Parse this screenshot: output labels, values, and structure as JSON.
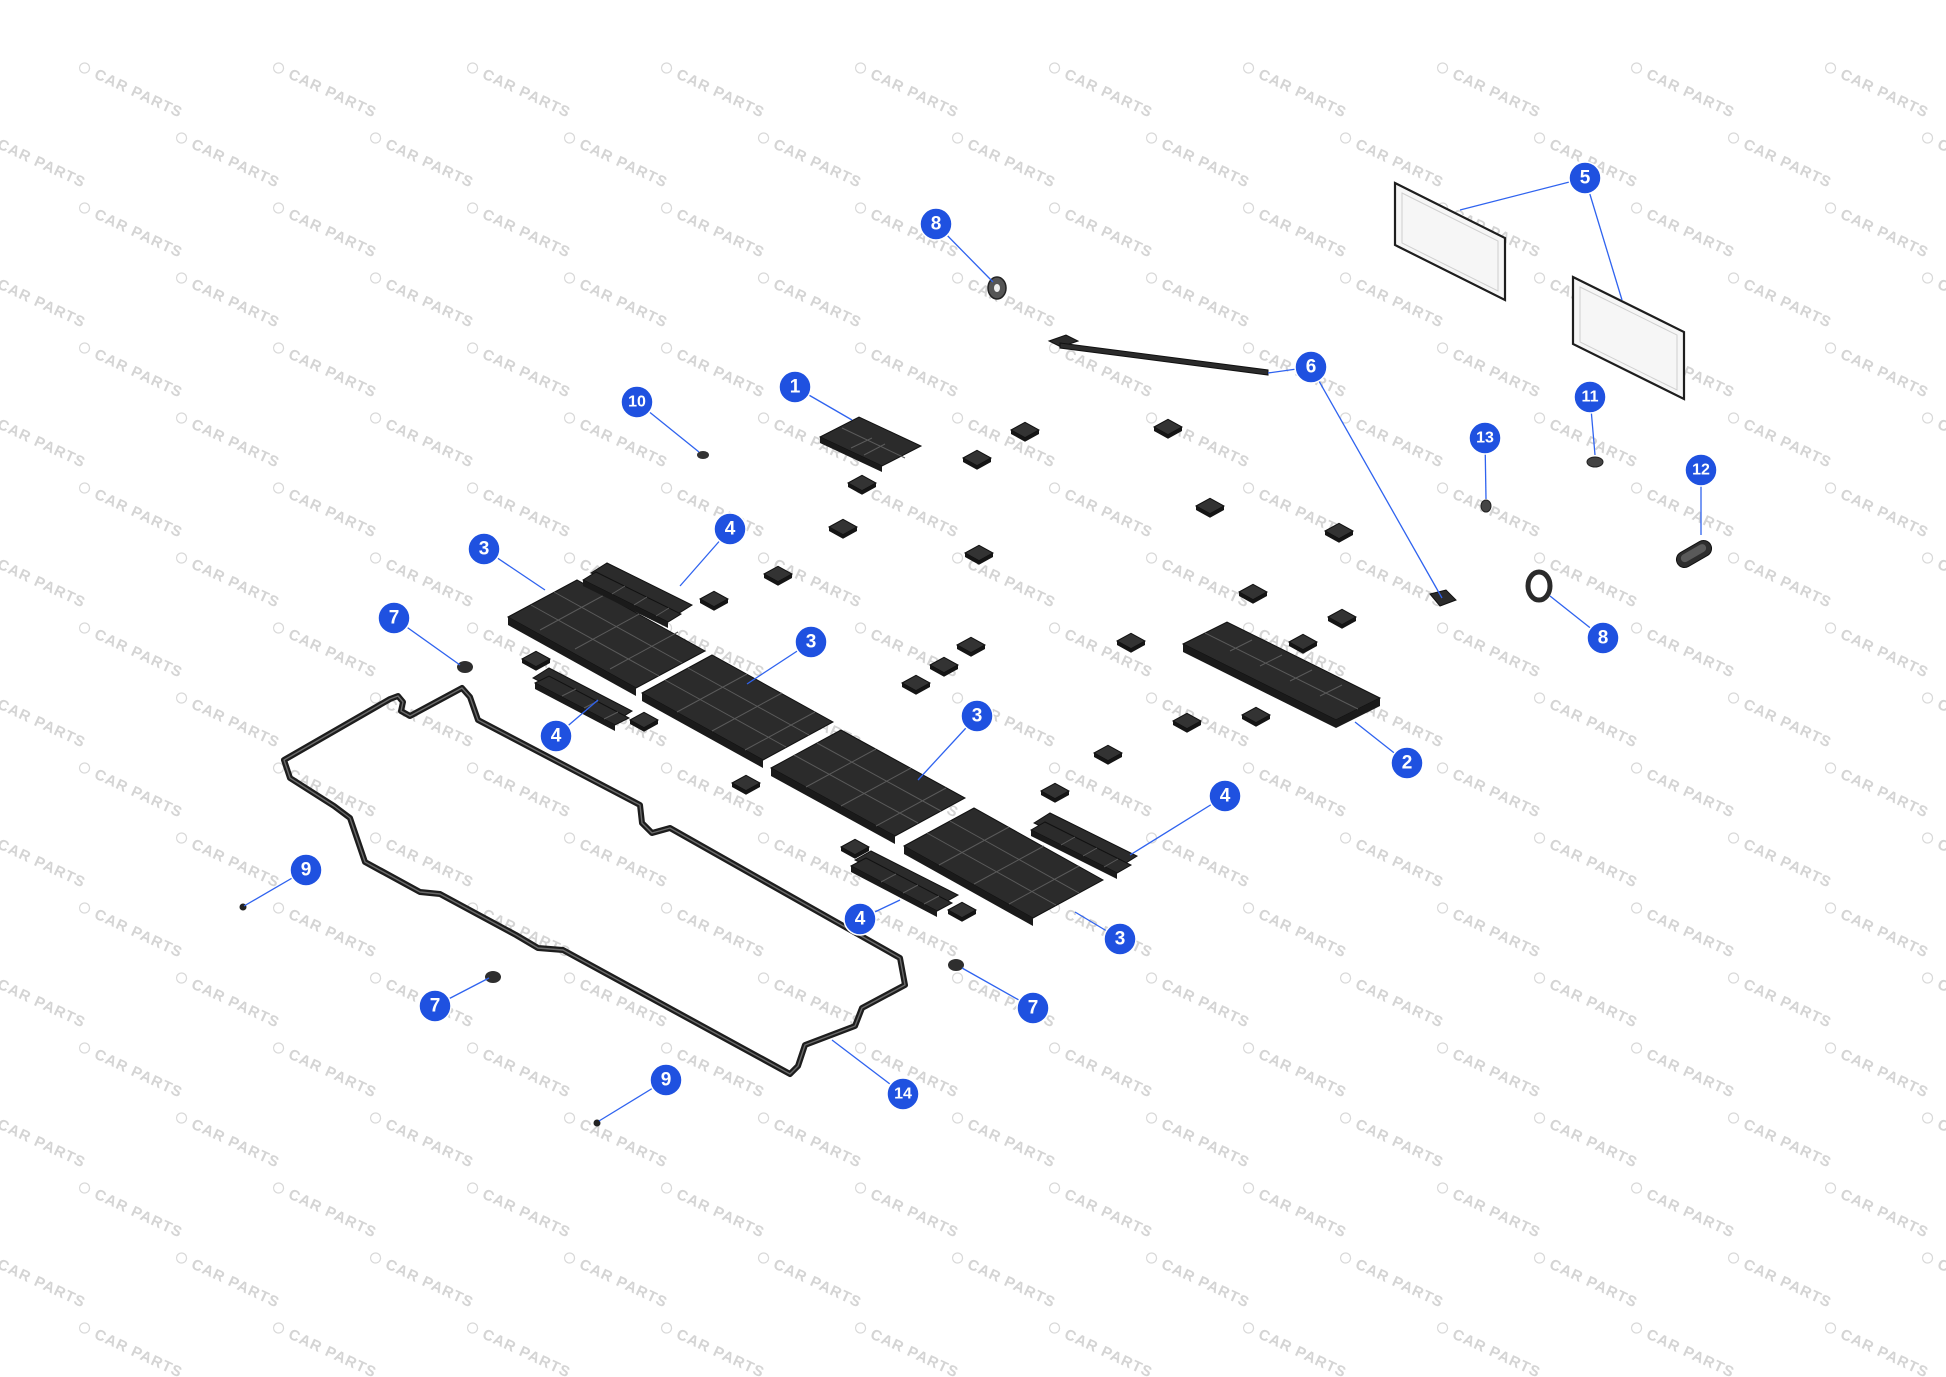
{
  "watermark": {
    "text": "CAR PARTS",
    "logo_icon": "car-parts-logo-icon"
  },
  "callouts": [
    {
      "id": "c1",
      "label": "1"
    },
    {
      "id": "c2",
      "label": "2"
    },
    {
      "id": "c3a",
      "label": "3"
    },
    {
      "id": "c3b",
      "label": "3"
    },
    {
      "id": "c3c",
      "label": "3"
    },
    {
      "id": "c3d",
      "label": "3"
    },
    {
      "id": "c4a",
      "label": "4"
    },
    {
      "id": "c4b",
      "label": "4"
    },
    {
      "id": "c4c",
      "label": "4"
    },
    {
      "id": "c4d",
      "label": "4"
    },
    {
      "id": "c5",
      "label": "5"
    },
    {
      "id": "c6",
      "label": "6"
    },
    {
      "id": "c7a",
      "label": "7"
    },
    {
      "id": "c7b",
      "label": "7"
    },
    {
      "id": "c7c",
      "label": "7"
    },
    {
      "id": "c8a",
      "label": "8"
    },
    {
      "id": "c8b",
      "label": "8"
    },
    {
      "id": "c9a",
      "label": "9"
    },
    {
      "id": "c9b",
      "label": "9"
    },
    {
      "id": "c10",
      "label": "10"
    },
    {
      "id": "c11",
      "label": "11"
    },
    {
      "id": "c12",
      "label": "12"
    },
    {
      "id": "c13",
      "label": "13"
    },
    {
      "id": "c14",
      "label": "14"
    }
  ],
  "colors": {
    "callout": "#1f51e0",
    "leader": "#2f63ef",
    "part": "#2b2b2b"
  }
}
